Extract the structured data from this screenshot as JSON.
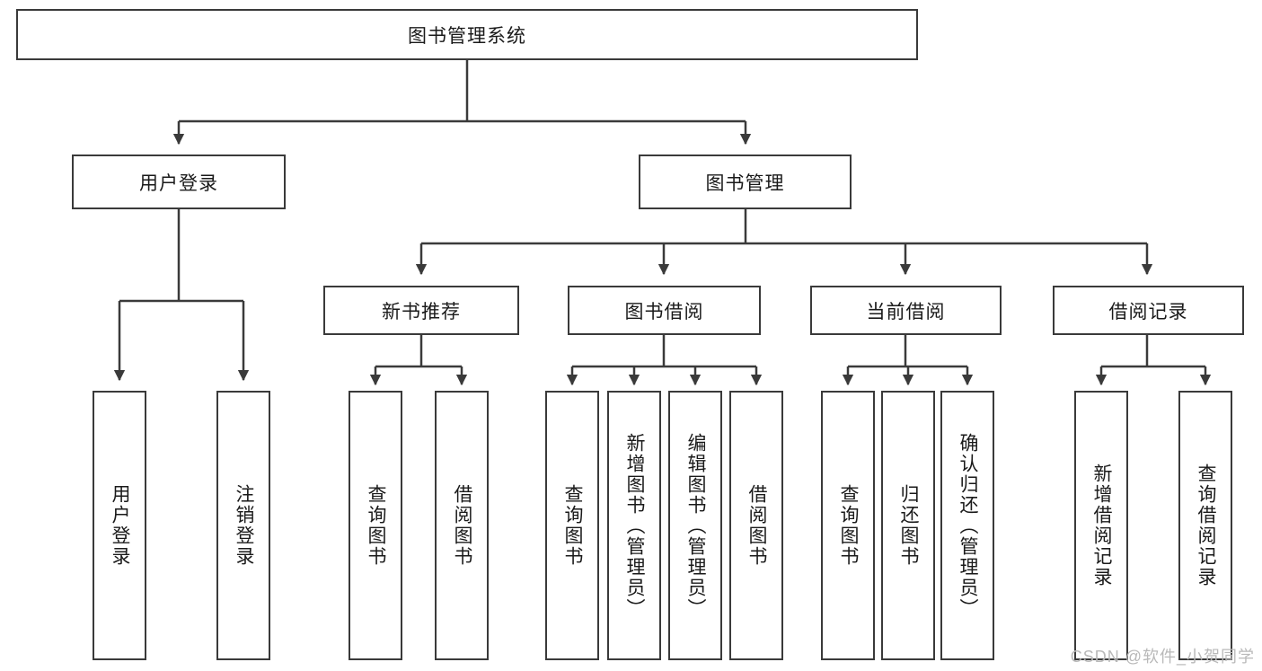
{
  "diagram": {
    "title": "图书管理系统",
    "type": "tree",
    "root": {
      "label": "图书管理系统"
    },
    "level1": [
      {
        "label": "用户登录"
      },
      {
        "label": "图书管理"
      }
    ],
    "level2": [
      {
        "label": "新书推荐"
      },
      {
        "label": "图书借阅"
      },
      {
        "label": "当前借阅"
      },
      {
        "label": "借阅记录"
      }
    ],
    "leaves": {
      "user_login": [
        {
          "label": "用户登录"
        },
        {
          "label": "注销登录"
        }
      ],
      "new_book_recommend": [
        {
          "label": "查询图书"
        },
        {
          "label": "借阅图书"
        }
      ],
      "book_borrow": [
        {
          "label": "查询图书"
        },
        {
          "label": "新增图书（管理员）"
        },
        {
          "label": "编辑图书（管理员）"
        },
        {
          "label": "借阅图书"
        }
      ],
      "current_borrow": [
        {
          "label": "查询图书"
        },
        {
          "label": "归还图书"
        },
        {
          "label": "确认归还（管理员）"
        }
      ],
      "borrow_records": [
        {
          "label": "新增借阅记录"
        },
        {
          "label": "查询借阅记录"
        }
      ]
    },
    "colors": {
      "stroke": "#3a3a3a",
      "fill": "#ffffff",
      "text": "#1a1a1a",
      "watermark": "#b9b9b9"
    }
  },
  "watermark": {
    "text": "CSDN @软件_小贺同学"
  }
}
